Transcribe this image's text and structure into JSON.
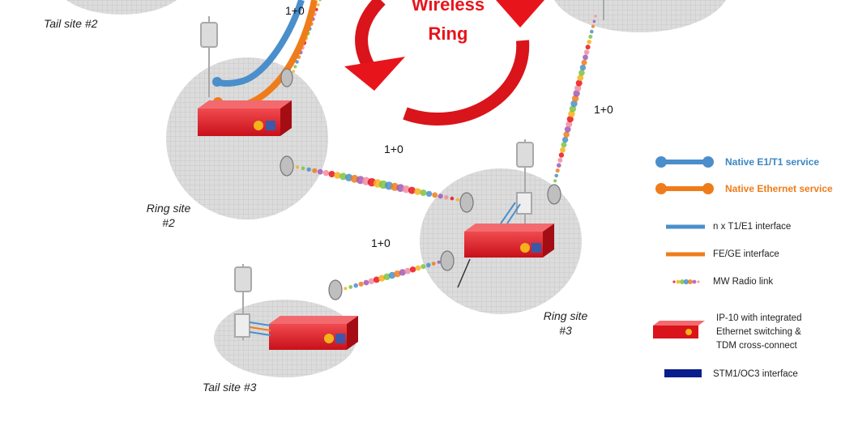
{
  "sites": {
    "tail2": "Tail site #2",
    "ring2_line1": "Ring site",
    "ring2_line2": "#2",
    "ring3_line1": "Ring site",
    "ring3_line2": "#3",
    "tail3": "Tail site #3"
  },
  "ring": {
    "line1": "Wireless",
    "line2": "Ring"
  },
  "links": {
    "top_label": "1+0",
    "right_label": "1+0",
    "middle_label": "1+0",
    "lower_label": "1+0"
  },
  "legend": {
    "native_e1": "Native E1/T1 service",
    "native_eth": "Native Ethernet service",
    "nx_t1": "n x T1/E1 interface",
    "fe_ge": "FE/GE interface",
    "mw": "MW Radio link",
    "ip10_l1": "IP-10 with integrated",
    "ip10_l2": "Ethernet switching &",
    "ip10_l3": "TDM cross-connect",
    "stm1": "STM1/OC3 interface"
  },
  "colors": {
    "blue": "#4a8fcb",
    "orange": "#ef7c1a",
    "red": "#d9141b",
    "navy": "#0a1d8c",
    "site_bg": "#d9d9d9"
  }
}
